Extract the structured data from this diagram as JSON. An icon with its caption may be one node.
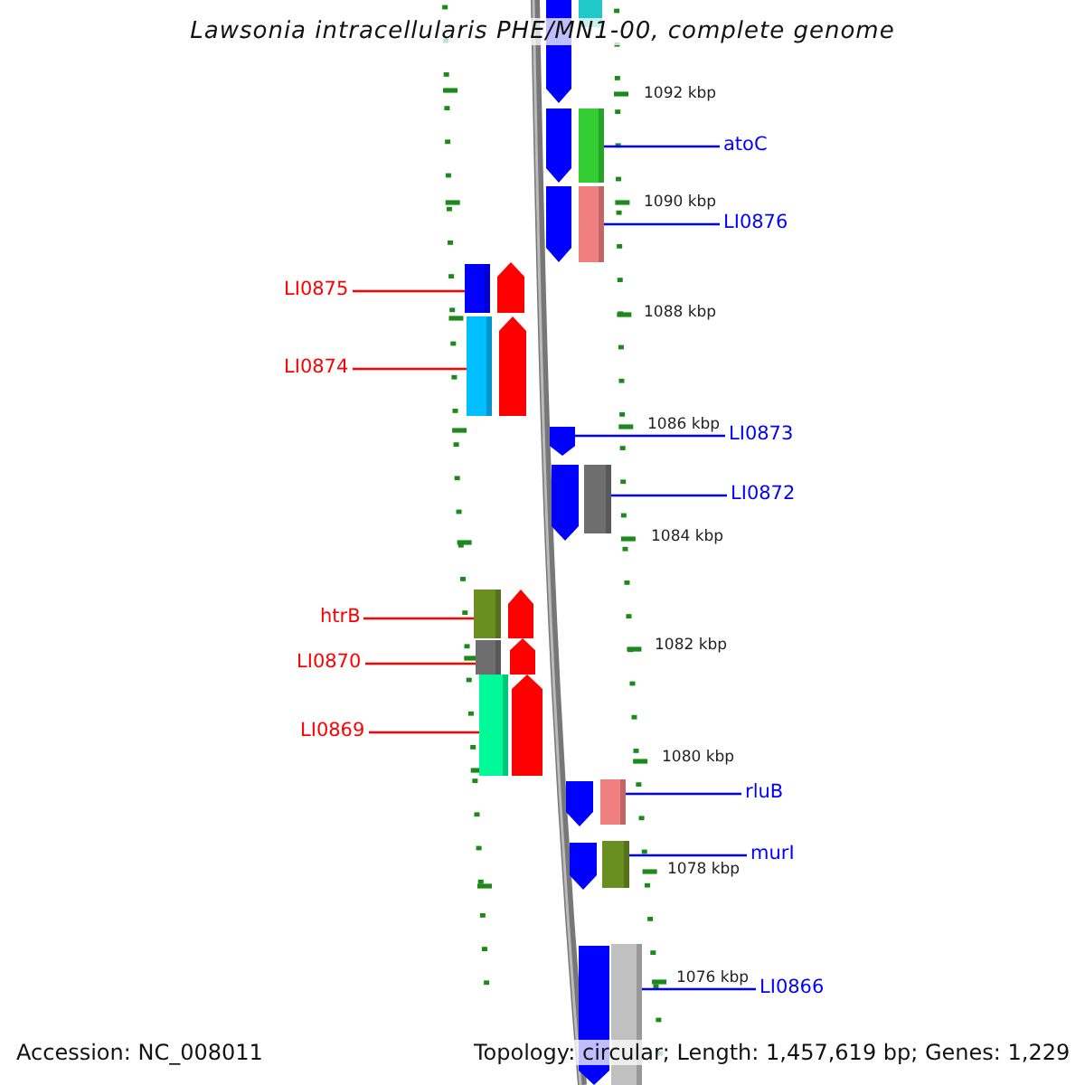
{
  "diagram": {
    "title": "Lawsonia intracellularis PHE/MN1-00, complete genome",
    "nodes": [
      {
        "text": [
          "atoC"
        ]
      },
      {
        "text": [],
        "shape": "box"
      },
      {
        "text": [
          "LI0876"
        ]
      },
      {
        "text": [],
        "shape": "box"
      },
      {
        "text": [
          "LI0875"
        ]
      },
      {
        "text": [],
        "shape": "box"
      },
      {
        "text": [
          "LI0874"
        ]
      },
      {
        "text": [],
        "shape": "box"
      },
      {
        "text": [
          "LI0873"
        ]
      },
      {
        "text": [],
        "shape": "arrow"
      },
      {
        "text": [
          "LI0872"
        ]
      },
      {
        "text": [],
        "shape": "box"
      },
      {
        "text": [
          "htrB"
        ]
      },
      {
        "text": [],
        "shape": "box"
      },
      {
        "text": [
          "LI0870"
        ]
      },
      {
        "text": [],
        "shape": "box"
      },
      {
        "text": [
          "LI0869"
        ]
      },
      {
        "text": [],
        "shape": "box"
      },
      {
        "text": [
          "rluB"
        ]
      },
      {
        "text": [],
        "shape": "box"
      },
      {
        "text": [
          "murI"
        ]
      },
      {
        "text": [],
        "shape": "box"
      },
      {
        "text": [
          "LI0866"
        ]
      },
      {
        "text": [],
        "shape": "box"
      }
    ],
    "edges": [
      {
        "from": 0,
        "to": 1,
        "arrow": "none"
      },
      {
        "from": 2,
        "to": 3,
        "arrow": "none"
      },
      {
        "from": 4,
        "to": 5,
        "arrow": "none",
        "color": "#ff0000"
      },
      {
        "from": 6,
        "to": 7,
        "arrow": "none",
        "color": "#ff0000"
      },
      {
        "from": 8,
        "to": 9,
        "arrow": "none"
      },
      {
        "from": 10,
        "to": 11,
        "arrow": "none"
      },
      {
        "from": 12,
        "to": 13,
        "arrow": "none",
        "color": "#ff0000"
      },
      {
        "from": 14,
        "to": 15,
        "arrow": "none",
        "color": "#ff0000"
      },
      {
        "from": 16,
        "to": 17,
        "arrow": "none",
        "color": "#ff0000"
      },
      {
        "from": 18,
        "to": 19,
        "arrow": "none"
      },
      {
        "from": 20,
        "to": 21,
        "arrow": "none"
      },
      {
        "from": 22,
        "to": 23,
        "arrow": "none"
      }
    ],
    "labels": [
      "1092 kbp",
      "1090 kbp",
      "1088 kbp",
      "1086 kbp",
      "1084 kbp",
      "1082 kbp",
      "1080 kbp",
      "1078 kbp",
      "1076 kbp",
      "Accession: NC_008011",
      "Topology: circular; Length: 1,457,619 bp; Genes: 1,229"
    ]
  }
}
